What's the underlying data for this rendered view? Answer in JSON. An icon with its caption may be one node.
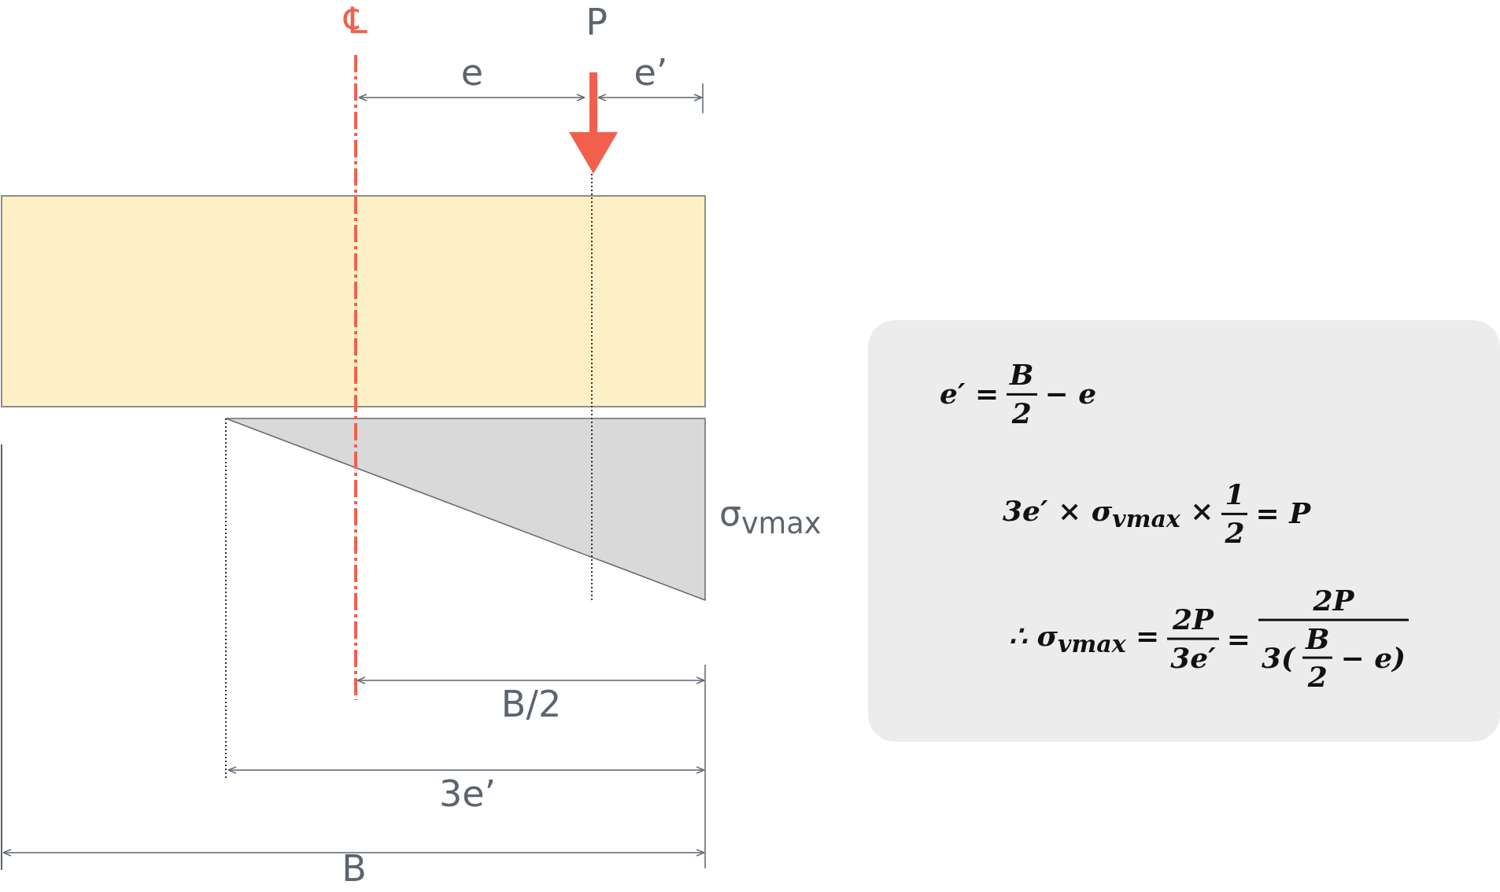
{
  "diagram": {
    "nodes": [
      {
        "text": [],
        "shape": "box"
      },
      {
        "text": [],
        "shape": "triangle"
      }
    ],
    "labels": [
      "℄",
      "P",
      "e",
      "e’",
      "σ$_{vmax}$",
      "B/2",
      "3e’",
      "B",
      "e′ =",
      "B",
      "2",
      "− e",
      "3e′ × σ$_{vmax}$ ×",
      "1",
      "2",
      "= P",
      "∴ σ$_{vmax}$ =",
      "2P",
      "3e′",
      "=",
      "2P",
      "3(",
      "B",
      "2",
      "− e)"
    ]
  }
}
